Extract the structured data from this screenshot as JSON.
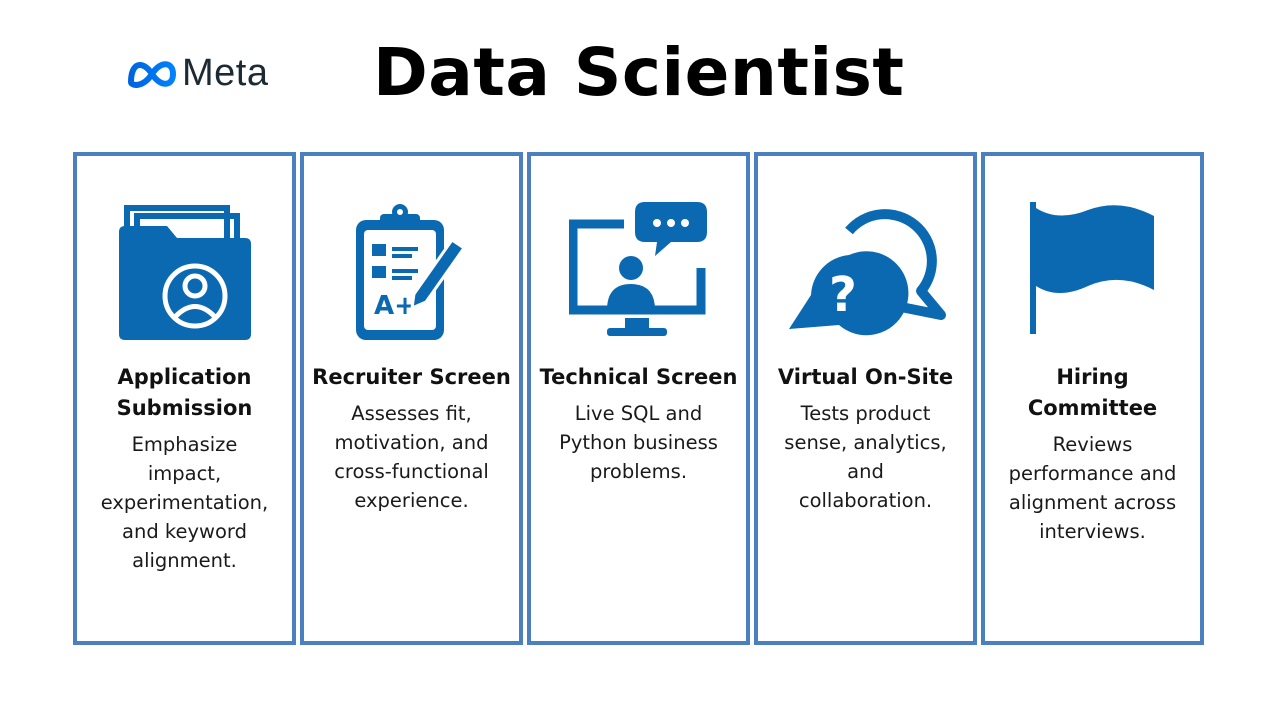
{
  "header": {
    "logo_text": "Meta",
    "title": "Data Scientist"
  },
  "colors": {
    "border": "#4a80c0",
    "icon": "#0a69b0",
    "logo_gradient_start": "#0064e0",
    "logo_gradient_end": "#0082fb"
  },
  "stages": [
    {
      "icon": "folder-user-icon",
      "title": "Application Submission",
      "description": "Emphasize impact, experimentation, and keyword alignment."
    },
    {
      "icon": "clipboard-checklist-icon",
      "title": "Recruiter Screen",
      "description": "Assesses fit, motivation, and cross-functional experience."
    },
    {
      "icon": "monitor-chat-icon",
      "title": "Technical Screen",
      "description": "Live SQL and Python business problems."
    },
    {
      "icon": "question-speech-bubble-icon",
      "title": "Virtual On-Site",
      "description": "Tests product sense, analytics, and collaboration."
    },
    {
      "icon": "flag-icon",
      "title": "Hiring Committee",
      "description": "Reviews performance and alignment across interviews."
    }
  ]
}
